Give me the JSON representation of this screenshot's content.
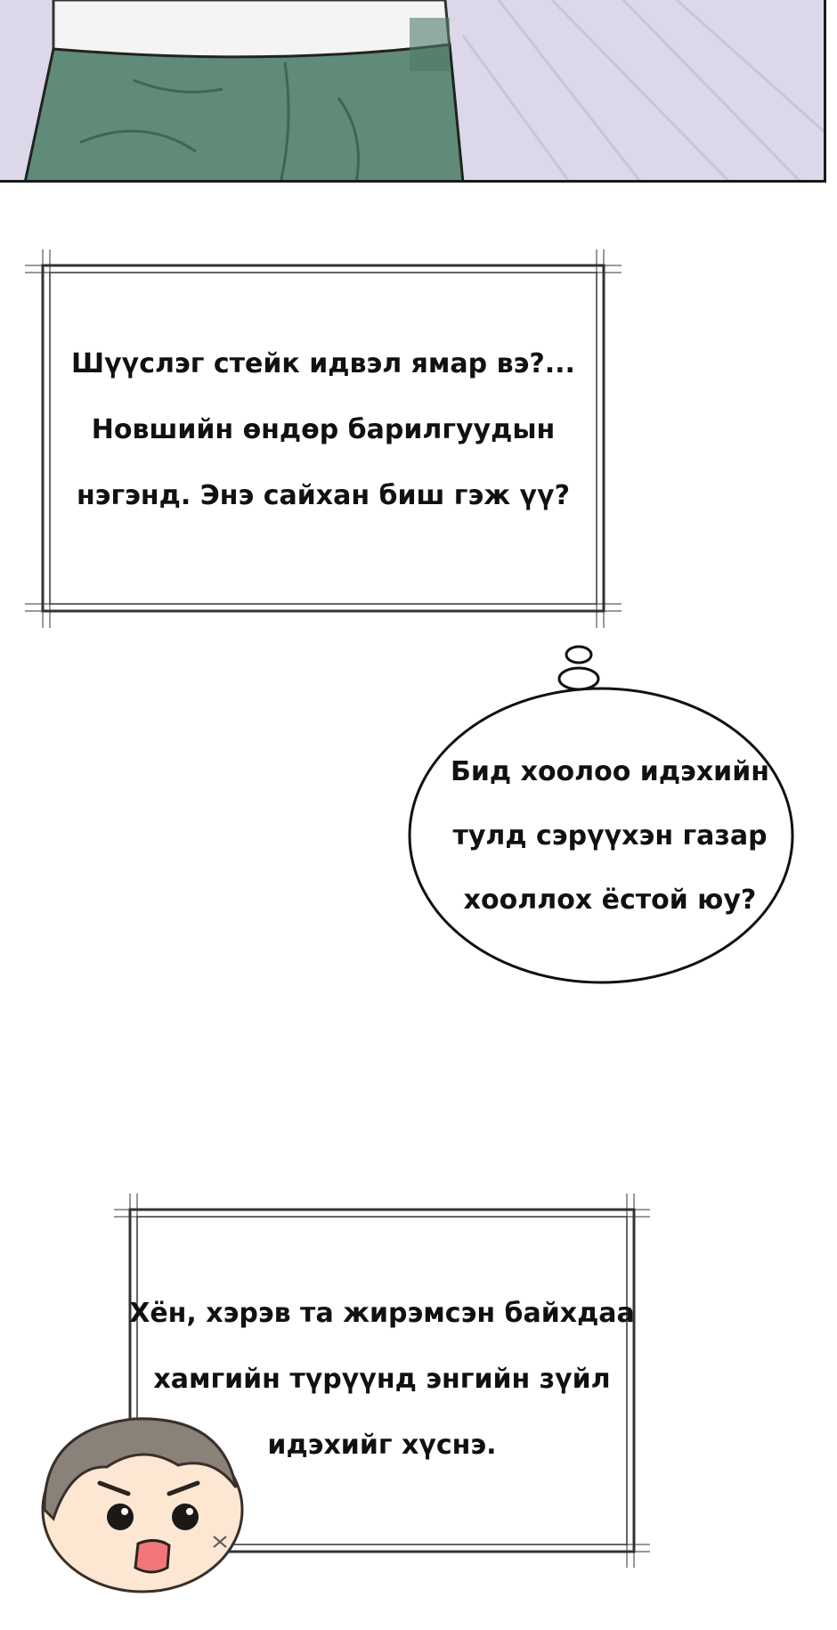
{
  "captions": {
    "box1": {
      "lines": [
        "Шүүслэг стейк идвэл ямар вэ?...",
        "Новшийн өндөр барилгуудын",
        "нэгэнд. Энэ сайхан биш гэж үү?"
      ]
    },
    "box2": {
      "lines": [
        "Хён, хэрэв та жирэмсэн байхдаа",
        "хамгийн түрүүнд энгийн зүйл",
        "идэхийг хүснэ."
      ]
    }
  },
  "thought_bubble": {
    "lines": [
      "Бид хоолоо идэхийн",
      "тулд сэрүүхэн газар",
      "хооллох ёстой юу?"
    ]
  },
  "colors": {
    "panel_bg": "#dcd8ea",
    "pants": "#5f8b78",
    "shirt": "#f4f4f4",
    "skin": "#fde7d2",
    "hair": "#8a8179",
    "mouth": "#f0767a"
  }
}
